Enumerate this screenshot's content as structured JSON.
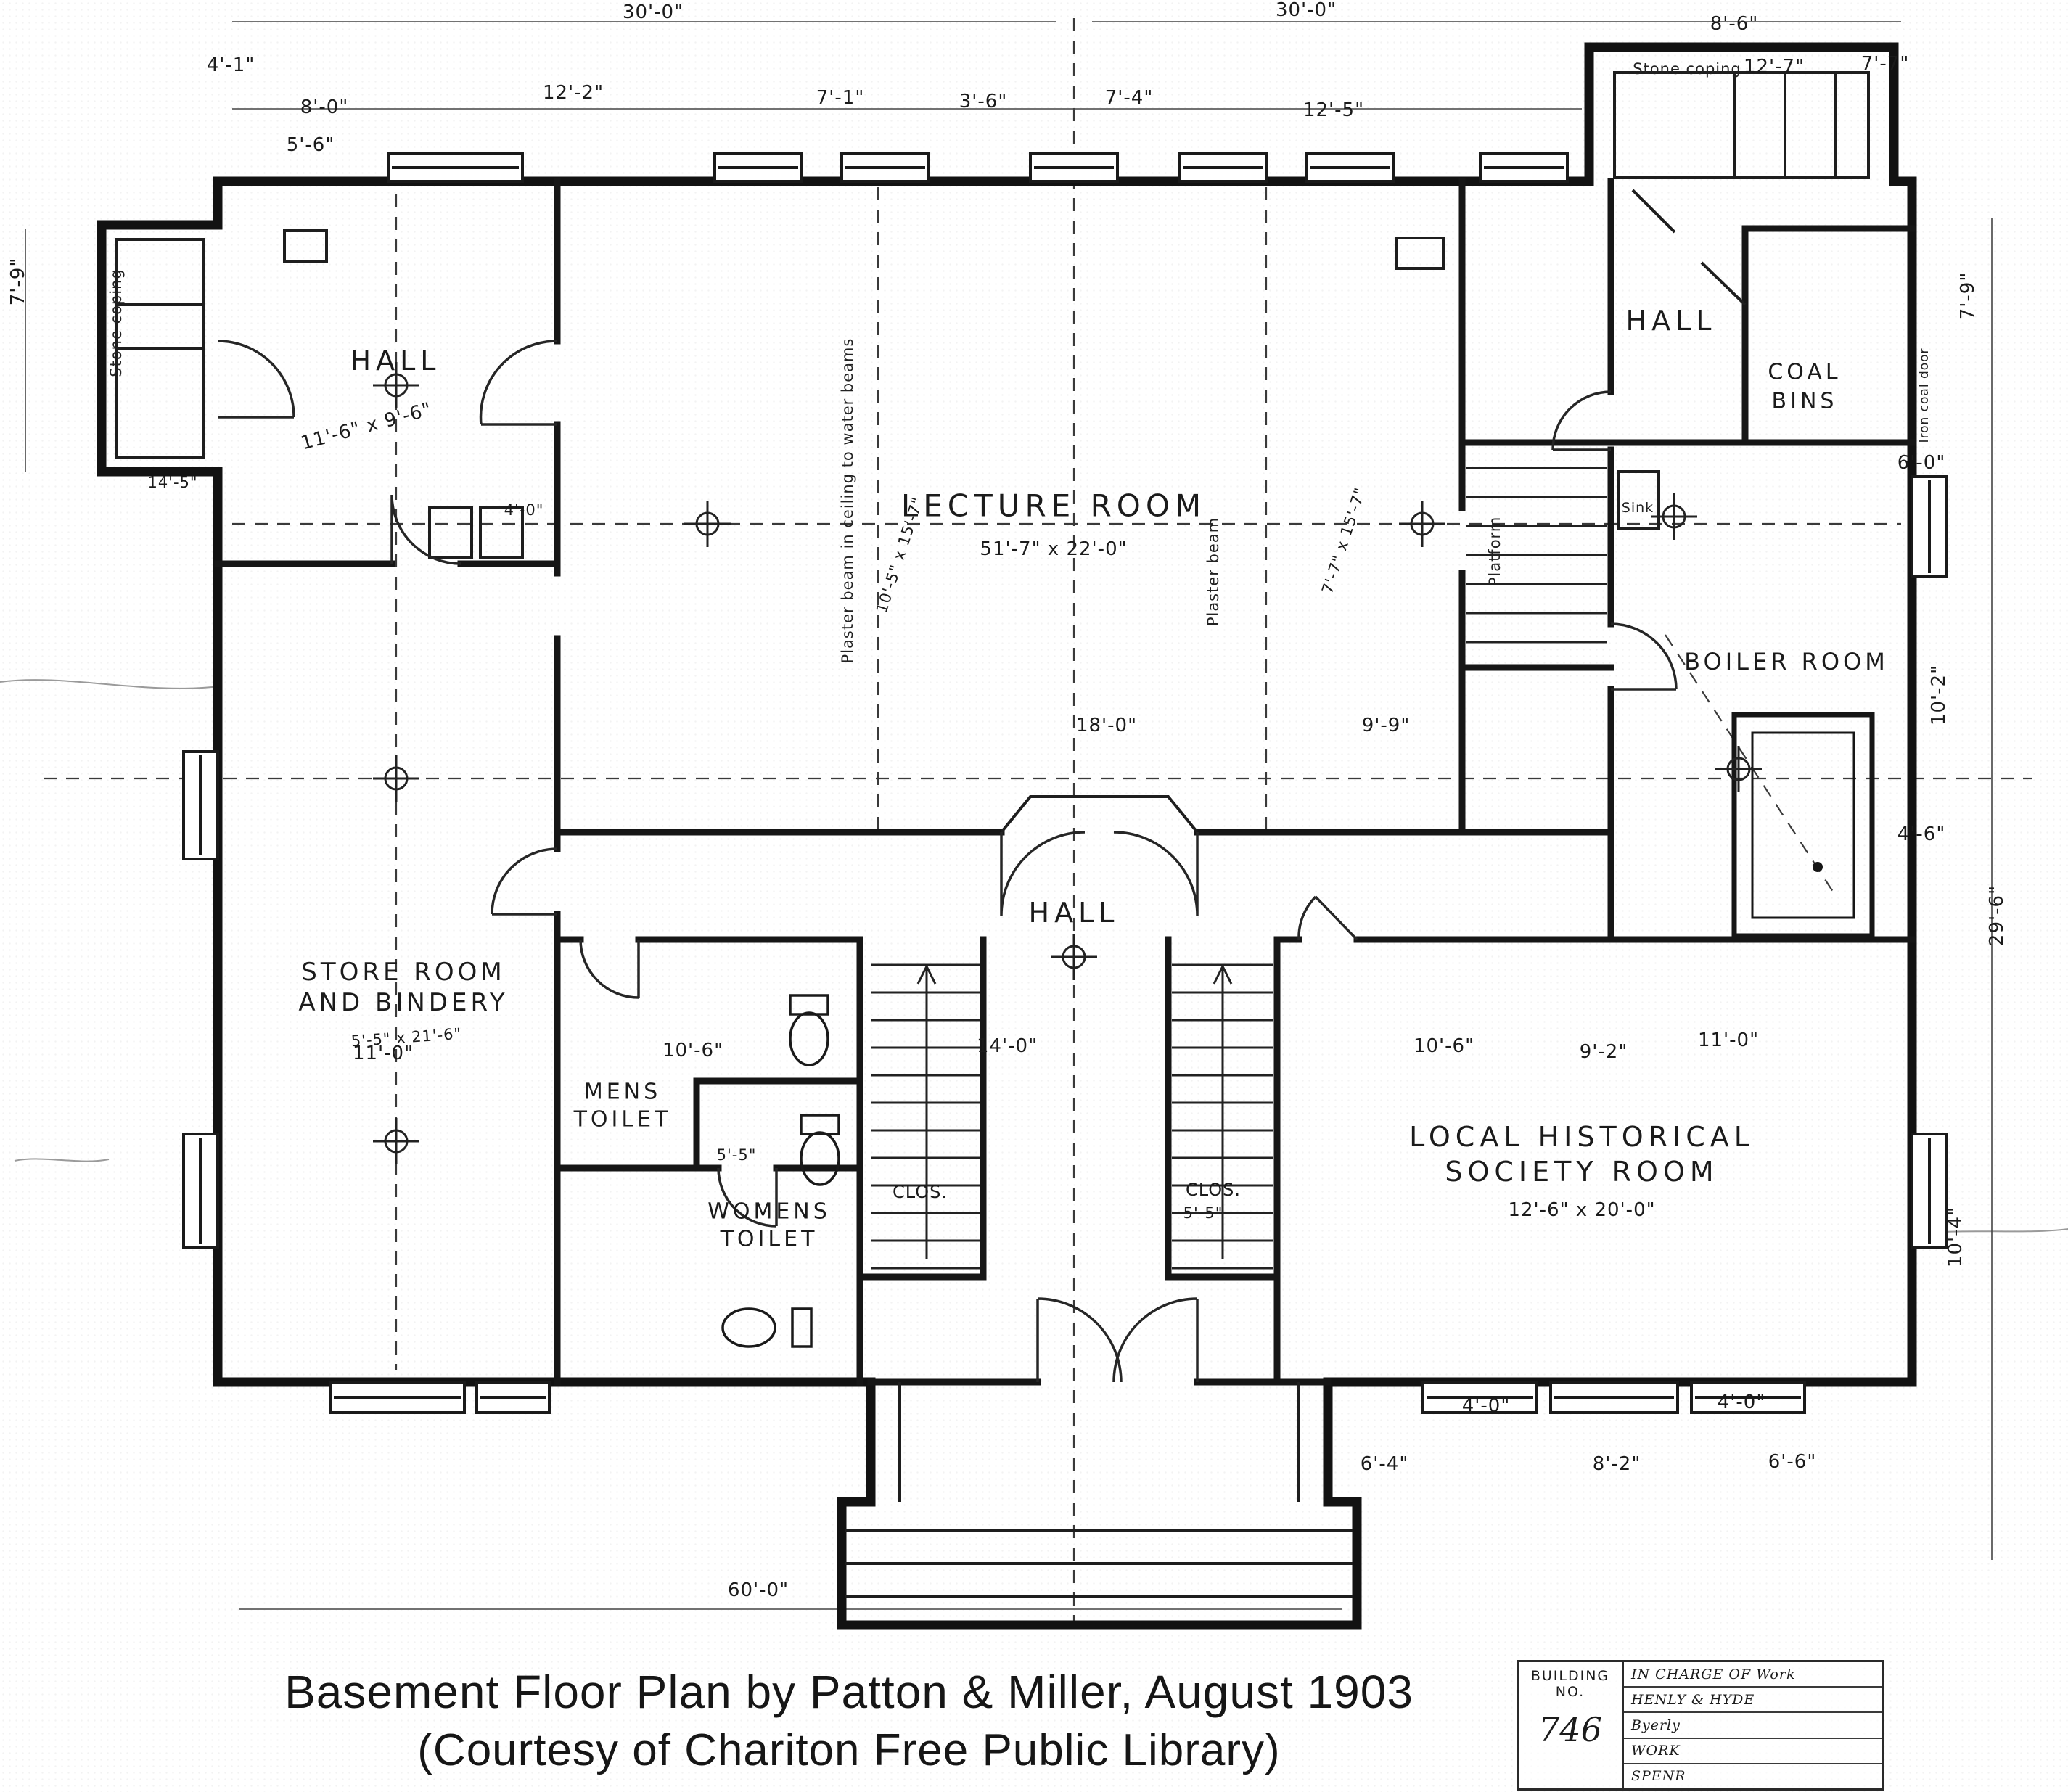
{
  "caption": {
    "line1": "Basement Floor Plan by Patton & Miller, August 1903",
    "line2": "(Courtesy of Chariton Free Public Library)"
  },
  "title_block": {
    "building_label": "BUILDING",
    "no_label": "NO.",
    "number": "746",
    "rows": [
      "IN CHARGE OF  Work",
      "HENLY & HYDE",
      "Byerly",
      "WORK",
      "SPENR"
    ]
  },
  "rooms": {
    "hall_upper_left": {
      "name": "HALL",
      "dims": "11'-6\" x 9'-6\""
    },
    "lecture_room": {
      "name": "LECTURE ROOM",
      "dims": "51'-7\" x 22'-0\""
    },
    "hall_upper_right": {
      "name": "HALL"
    },
    "coal_bins": {
      "line1": "COAL",
      "line2": "BINS"
    },
    "boiler_room": {
      "name": "BOILER ROOM"
    },
    "hall_center": {
      "name": "HALL"
    },
    "store_room": {
      "line1": "STORE ROOM",
      "line2": "AND BINDERY",
      "dims": "5'-5\" x 21'-6\""
    },
    "mens_toilet": {
      "line1": "MENS",
      "line2": "TOILET"
    },
    "womens_toilet": {
      "line1": "WOMENS",
      "line2": "TOILET"
    },
    "closet_left": "CLOS.",
    "closet_right": "CLOS.",
    "historical_room": {
      "line1": "LOCAL HISTORICAL",
      "line2": "SOCIETY ROOM",
      "dims": "12'-6\" x 20'-0\""
    }
  },
  "notes": {
    "stone_coping_top": "Stone coping",
    "stone_coping_left": "Stone coping",
    "sink": "Sink",
    "platform": "Platform",
    "plaster_beam_long": "Plaster beam in ceiling to water beams",
    "plaster_beam_short": "Plaster beam",
    "iron_coal_door": "Iron coal door",
    "diag_dim_left": "10'-5\" x 15'-7\"",
    "diag_dim_right": "7'-7\" x 15'-7\""
  },
  "dims": [
    "30'-0\"",
    "30'-0\"",
    "8'-6\"",
    "4'-1\"",
    "8'-0\"",
    "12'-2\"",
    "7'-1\"",
    "3'-6\"",
    "7'-4\"",
    "12'-5\"",
    "12'-7\"",
    "7'-7\"",
    "5'-6\"",
    "7'-9\"",
    "14'-5\"",
    "7'-9\"",
    "6'-0\"",
    "10'-2\"",
    "29'-6\"",
    "10'-4\"",
    "4'-6\"",
    "60'-0\"",
    "4'-0\"",
    "4'-0\"",
    "6'-4\"",
    "8'-2\"",
    "6'-6\"",
    "11'-0\"",
    "10'-6\"",
    "14'-0\"",
    "10'-6\"",
    "9'-2\"",
    "11'-0\"",
    "5'-5\"",
    "5'-5\"",
    "18'-0\"",
    "9'-9\"",
    "4'-0\""
  ]
}
